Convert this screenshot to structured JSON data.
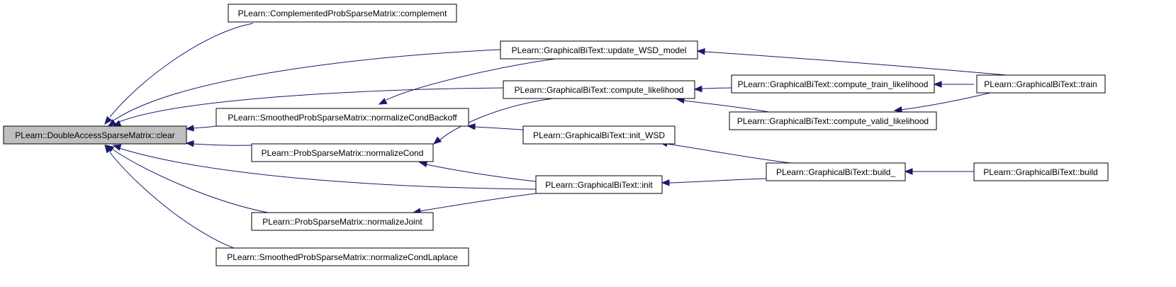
{
  "graph": {
    "edge_color": "#191970",
    "root_fill": "#bfbfbf",
    "nodes": [
      {
        "id": "clear",
        "label": "PLearn::DoubleAccessSparseMatrix::clear",
        "root": true
      },
      {
        "id": "complement",
        "label": "PLearn::ComplementedProbSparseMatrix::complement"
      },
      {
        "id": "normCondBackoff",
        "label": "PLearn::SmoothedProbSparseMatrix::normalizeCondBackoff"
      },
      {
        "id": "normCond",
        "label": "PLearn::ProbSparseMatrix::normalizeCond"
      },
      {
        "id": "normJoint",
        "label": "PLearn::ProbSparseMatrix::normalizeJoint"
      },
      {
        "id": "normCondLaplace",
        "label": "PLearn::SmoothedProbSparseMatrix::normalizeCondLaplace"
      },
      {
        "id": "updateWSD",
        "label": "PLearn::GraphicalBiText::update_WSD_model"
      },
      {
        "id": "computeLik",
        "label": "PLearn::GraphicalBiText::compute_likelihood"
      },
      {
        "id": "initWSD",
        "label": "PLearn::GraphicalBiText::init_WSD"
      },
      {
        "id": "init",
        "label": "PLearn::GraphicalBiText::init"
      },
      {
        "id": "trainLik",
        "label": "PLearn::GraphicalBiText::compute_train_likelihood"
      },
      {
        "id": "validLik",
        "label": "PLearn::GraphicalBiText::compute_valid_likelihood"
      },
      {
        "id": "build_",
        "label": "PLearn::GraphicalBiText::build_"
      },
      {
        "id": "train",
        "label": "PLearn::GraphicalBiText::train"
      },
      {
        "id": "build",
        "label": "PLearn::GraphicalBiText::build"
      }
    ],
    "edges": [
      {
        "from": "complement",
        "to": "clear"
      },
      {
        "from": "updateWSD",
        "to": "clear"
      },
      {
        "from": "computeLik",
        "to": "clear"
      },
      {
        "from": "normCondBackoff",
        "to": "clear"
      },
      {
        "from": "normCond",
        "to": "clear"
      },
      {
        "from": "init",
        "to": "clear"
      },
      {
        "from": "normJoint",
        "to": "clear"
      },
      {
        "from": "normCondLaplace",
        "to": "clear"
      },
      {
        "from": "updateWSD",
        "to": "normCondBackoff"
      },
      {
        "from": "initWSD",
        "to": "normCondBackoff"
      },
      {
        "from": "computeLik",
        "to": "normCond"
      },
      {
        "from": "init",
        "to": "normCond"
      },
      {
        "from": "init",
        "to": "normJoint"
      },
      {
        "from": "train",
        "to": "updateWSD"
      },
      {
        "from": "trainLik",
        "to": "computeLik"
      },
      {
        "from": "validLik",
        "to": "computeLik"
      },
      {
        "from": "build_",
        "to": "initWSD"
      },
      {
        "from": "build_",
        "to": "init"
      },
      {
        "from": "train",
        "to": "trainLik"
      },
      {
        "from": "train",
        "to": "validLik"
      },
      {
        "from": "build",
        "to": "build_"
      }
    ]
  }
}
